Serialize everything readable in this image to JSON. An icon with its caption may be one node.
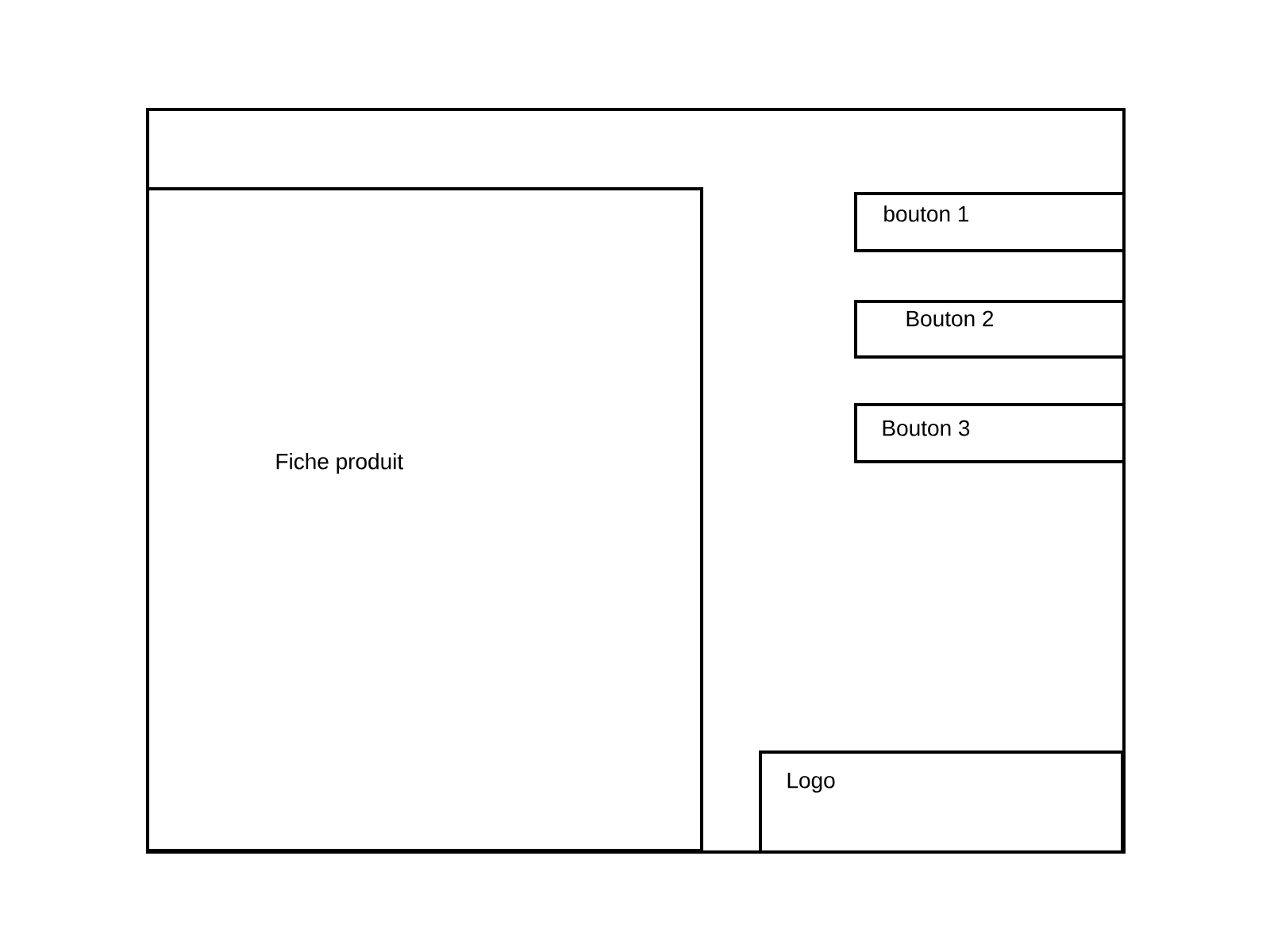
{
  "diagram": {
    "nodes": [
      {
        "text": [],
        "shape": "box"
      },
      {
        "text": [
          "Fiche produit"
        ],
        "in": 0
      },
      {
        "text": [
          "bouton 1"
        ],
        "in": 0
      },
      {
        "text": [
          "Bouton 2"
        ],
        "in": 0
      },
      {
        "text": [
          "Bouton 3"
        ],
        "in": 0
      },
      {
        "text": [
          "Logo"
        ],
        "in": 0
      }
    ]
  }
}
